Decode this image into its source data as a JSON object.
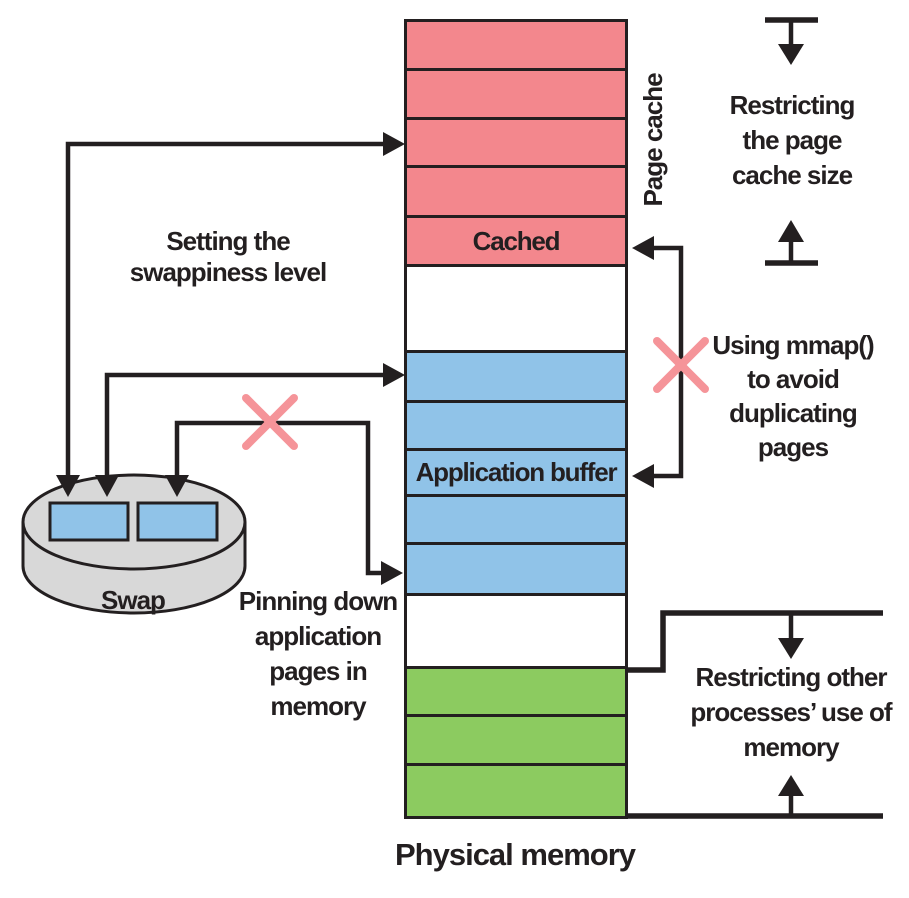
{
  "colors": {
    "ink": "#231f20",
    "page_cache_fill": "#f3878d",
    "app_buffer_fill": "#90c3e8",
    "other_fill": "#8ccb60",
    "free_fill": "#ffffff",
    "swap_fill": "#d8d8d8",
    "swap_page_fill": "#90c3e8",
    "cross": "#f59499",
    "background": "#ffffff"
  },
  "memory_column": {
    "bottom_label": "Physical memory",
    "side_label": "Page cache",
    "rows": [
      {
        "section": "page-cache",
        "height": 49,
        "label": ""
      },
      {
        "section": "page-cache",
        "height": 49,
        "label": ""
      },
      {
        "section": "page-cache",
        "height": 48,
        "label": ""
      },
      {
        "section": "page-cache",
        "height": 50,
        "label": ""
      },
      {
        "section": "page-cache",
        "height": 49,
        "label": "Cached"
      },
      {
        "section": "free",
        "height": 86,
        "label": ""
      },
      {
        "section": "app-buffer",
        "height": 50,
        "label": ""
      },
      {
        "section": "app-buffer",
        "height": 48,
        "label": ""
      },
      {
        "section": "app-buffer",
        "height": 46,
        "label": "Application buffer"
      },
      {
        "section": "app-buffer",
        "height": 48,
        "label": ""
      },
      {
        "section": "app-buffer",
        "height": 51,
        "label": ""
      },
      {
        "section": "free",
        "height": 73,
        "label": ""
      },
      {
        "section": "other",
        "height": 48,
        "label": ""
      },
      {
        "section": "other",
        "height": 49,
        "label": ""
      },
      {
        "section": "other",
        "height": 50,
        "label": ""
      }
    ]
  },
  "swap": {
    "label": "Swap",
    "page_count": 2
  },
  "annotations": {
    "swappiness": {
      "lines": [
        "Setting the",
        "swappiness level"
      ]
    },
    "pinning": {
      "lines": [
        "Pinning down",
        "application",
        "pages in",
        "memory"
      ]
    },
    "restrict_page_cache": {
      "lines": [
        "Restricting",
        "the page",
        "cache size"
      ]
    },
    "mmap": {
      "lines": [
        "Using mmap()",
        "to avoid",
        "duplicating",
        "pages"
      ]
    },
    "restrict_other": {
      "lines": [
        "Restricting other",
        "processes’ use of",
        "memory"
      ]
    }
  }
}
